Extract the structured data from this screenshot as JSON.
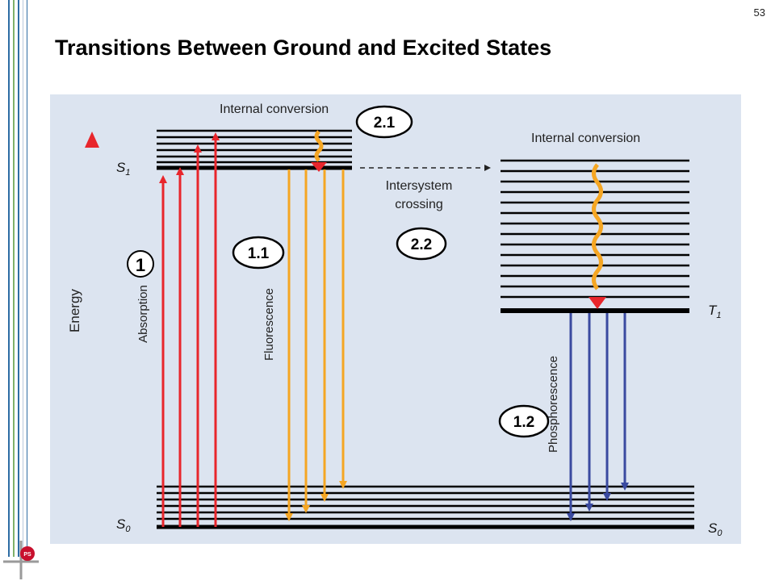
{
  "slide": {
    "page_number": "53",
    "title": "Transitions Between Ground and Excited States"
  },
  "diagram": {
    "labels": {
      "energy": "Energy",
      "absorption": "Absorption",
      "fluorescence": "Fluorescence",
      "phosphorescence": "Phosphorescence",
      "internal_conversion_s1": "Internal conversion",
      "internal_conversion_t1": "Internal conversion",
      "intersystem_line1": "Intersystem",
      "intersystem_line2": "crossing",
      "s1_main": "S",
      "s1_sub": "1",
      "s0_left_main": "S",
      "s0_left_sub": "0",
      "t1_main": "T",
      "t1_sub": "1",
      "s0_right_main": "S",
      "s0_right_sub": "0"
    },
    "badges": {
      "circle_1": "1",
      "badge_2_1": "2.1",
      "badge_2_2": "2.2",
      "badge_1_1": "1.1",
      "badge_1_2": "1.2"
    },
    "colors": {
      "panel": "#dce4f0",
      "absorption": "#e8262c",
      "fluorescence": "#f5a623",
      "phosphorescence": "#3a4aa0",
      "level": "#000000"
    }
  },
  "logo": {
    "text": "PS"
  }
}
